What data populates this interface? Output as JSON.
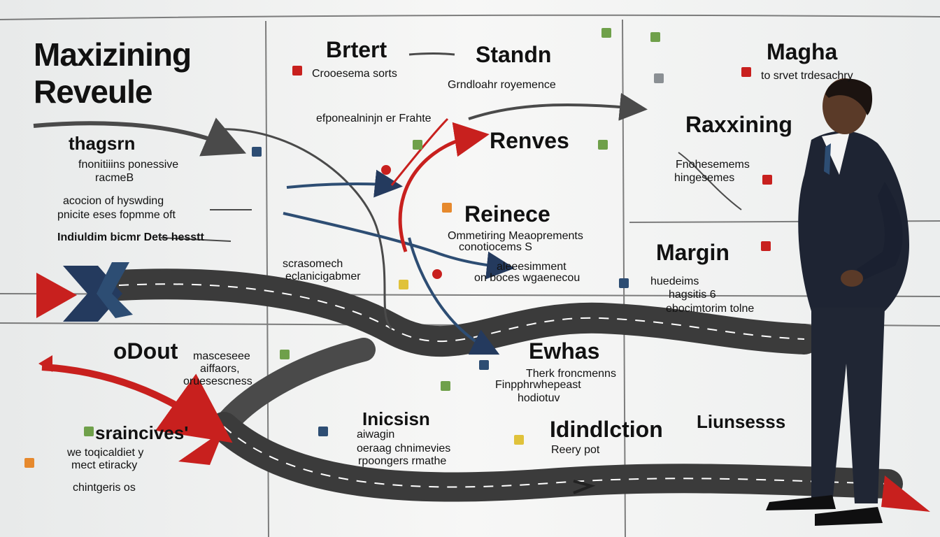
{
  "title": {
    "line1": "Maxizining",
    "line2": "Reveule"
  },
  "labels": {
    "brtert": "Brtert",
    "crooesema": "Crooesema sorts",
    "standn": "Standn",
    "grndloahr": "Grndloahr royemence",
    "magha": "Magha",
    "to_srvet": "to srvet trdesachry",
    "efponealninjn": "efponealninjn er Frahte",
    "thagsrn": "thagsrn",
    "fnonitiiins": "fnonitiiins ponessive",
    "racmeb": "racmeB",
    "renves": "Renves",
    "raxxining": "Raxxining",
    "fnohesemems": "Fnohesemems",
    "hingesemes": "hingesemes",
    "acocion": "acocion of hyswding",
    "pnicite": "pnicite eses fopmme oft",
    "indiuldim": "Indiuldim bicmr Dets hesstt",
    "reinece": "Reinece",
    "ommetiring": "Ommetiring Meaoprements",
    "conotiocems": "conotiocems S",
    "margin": "Margin",
    "scrasomech": "scrasomech",
    "eclanicigame": "eclanicigabmer",
    "aleeesimment": "aleeesimment",
    "on_boces": "on boces wgaenecou",
    "huedeims": "huedeims",
    "hagsitis": "hagsitis 6",
    "ebocimtorim": "ebocimtorim tolne",
    "odout": "oDout",
    "masceseee": "masceseee",
    "aiffaors": "aiffaors,",
    "oruesescness": "oruesescness",
    "ewhas": "Ewhas",
    "therk": "Therk froncmenns",
    "finpph": "Finpphrwhepeast",
    "hodiotuv": "hodiotuv",
    "sraincives": "sraincives'",
    "we_toqicaldiet": "we toqicaldiet y",
    "mect_etiracky": "mect etiracky",
    "chintgeris": "chintgeris os",
    "inicsisn": "Inicsisn",
    "aiwagin": "aiwagin",
    "oeraag": "oeraag chnimevies",
    "rpoongers": "rpoongers rmathe",
    "idindlction": "Idindlction",
    "reery_pot": "Reery pot",
    "liunsesss": "Liunsesss"
  },
  "colors": {
    "board": "#f2f3f2",
    "road": "#3b3b3b",
    "road_dash": "#ffffff",
    "arrow_red": "#c8201e",
    "arrow_navy": "#243a5e",
    "grid_line": "#555555",
    "suit": "#1e2433",
    "skin": "#5a3a28"
  },
  "icons": [
    "flag-icon",
    "chart-icon",
    "person-icon",
    "target-icon",
    "gear-icon"
  ]
}
